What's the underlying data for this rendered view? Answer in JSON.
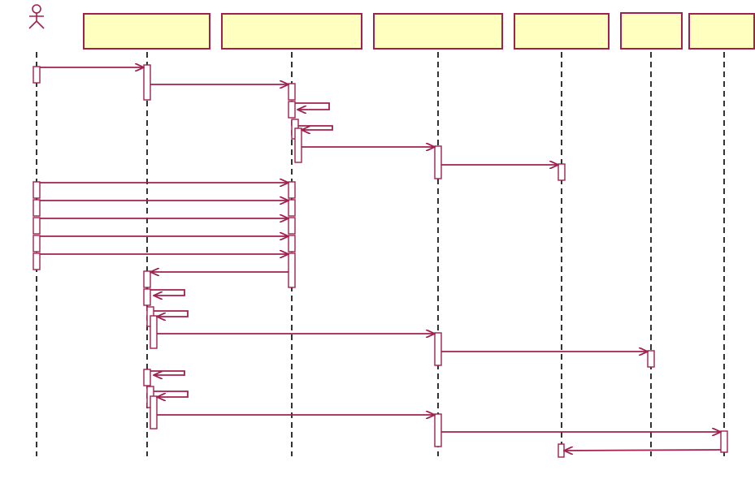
{
  "diagram": {
    "type": "sequence",
    "colors": {
      "line": "#a0204f",
      "object_fill": "#ffffc0",
      "lifeline": "#000000",
      "background": "#ffffff"
    },
    "actor": {
      "icon": "stick-figure-actor-icon",
      "label": ""
    },
    "objects": [
      {
        "label": ""
      },
      {
        "label": ""
      },
      {
        "label": ""
      },
      {
        "label": ""
      },
      {
        "label": ""
      },
      {
        "label": ""
      }
    ],
    "messages": [
      {
        "from": 0,
        "to": 1,
        "label": ""
      },
      {
        "from": 1,
        "to": 2,
        "label": ""
      },
      {
        "from": 2,
        "to": 2,
        "label": ""
      },
      {
        "from": 2,
        "to": 2,
        "label": ""
      },
      {
        "from": 2,
        "to": 3,
        "label": ""
      },
      {
        "from": 3,
        "to": 4,
        "label": ""
      },
      {
        "from": 0,
        "to": 2,
        "label": ""
      },
      {
        "from": 0,
        "to": 2,
        "label": ""
      },
      {
        "from": 0,
        "to": 2,
        "label": ""
      },
      {
        "from": 0,
        "to": 2,
        "label": ""
      },
      {
        "from": 0,
        "to": 2,
        "label": ""
      },
      {
        "from": 2,
        "to": 1,
        "label": ""
      },
      {
        "from": 1,
        "to": 1,
        "label": ""
      },
      {
        "from": 1,
        "to": 1,
        "label": ""
      },
      {
        "from": 1,
        "to": 3,
        "label": ""
      },
      {
        "from": 3,
        "to": 5,
        "label": ""
      },
      {
        "from": 1,
        "to": 1,
        "label": ""
      },
      {
        "from": 1,
        "to": 1,
        "label": ""
      },
      {
        "from": 1,
        "to": 3,
        "label": ""
      },
      {
        "from": 3,
        "to": 6,
        "label": ""
      },
      {
        "from": 6,
        "to": 4,
        "label": ""
      }
    ]
  }
}
